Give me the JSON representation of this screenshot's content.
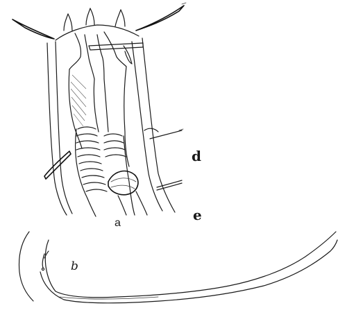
{
  "figure": {
    "labels": {
      "a": "a",
      "b": "b",
      "d": "d",
      "e": "e"
    },
    "colors": {
      "ink": "#1a1a1a",
      "background": "#ffffff"
    }
  }
}
